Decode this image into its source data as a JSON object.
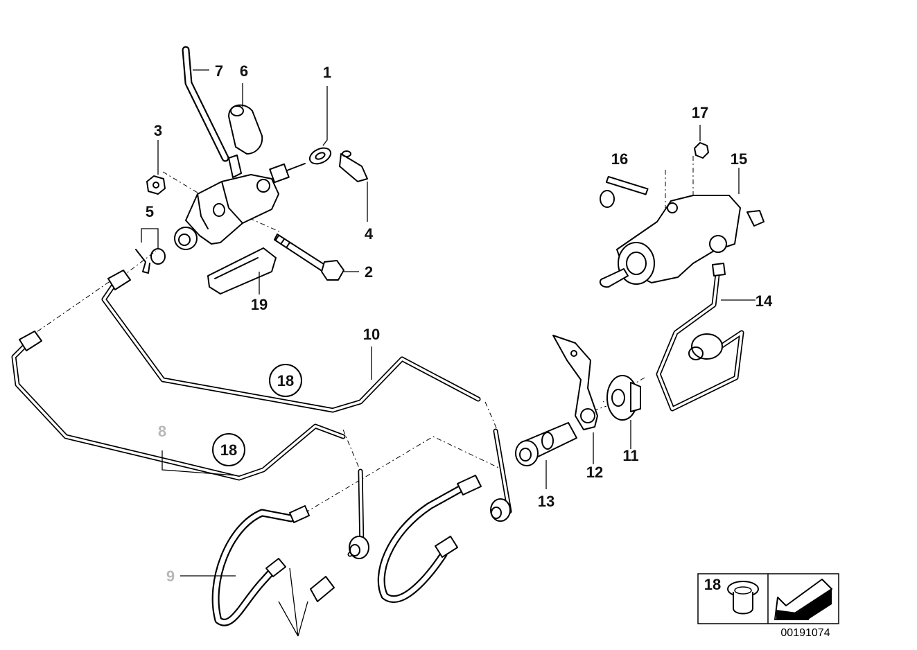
{
  "callouts": [
    {
      "id": "1",
      "text": "1",
      "muted": false
    },
    {
      "id": "2",
      "text": "2",
      "muted": false
    },
    {
      "id": "3",
      "text": "3",
      "muted": false
    },
    {
      "id": "4",
      "text": "4",
      "muted": false
    },
    {
      "id": "5",
      "text": "5",
      "muted": false
    },
    {
      "id": "6",
      "text": "6",
      "muted": false
    },
    {
      "id": "7",
      "text": "7",
      "muted": false
    },
    {
      "id": "8",
      "text": "8",
      "muted": true
    },
    {
      "id": "9",
      "text": "9",
      "muted": true
    },
    {
      "id": "10",
      "text": "10",
      "muted": false
    },
    {
      "id": "11",
      "text": "11",
      "muted": false
    },
    {
      "id": "12",
      "text": "12",
      "muted": false
    },
    {
      "id": "13",
      "text": "13",
      "muted": false
    },
    {
      "id": "14",
      "text": "14",
      "muted": false
    },
    {
      "id": "15",
      "text": "15",
      "muted": false
    },
    {
      "id": "16",
      "text": "16",
      "muted": false
    },
    {
      "id": "17",
      "text": "17",
      "muted": false
    },
    {
      "id": "19",
      "text": "19",
      "muted": false
    }
  ],
  "circled_callouts": [
    "18",
    "18"
  ],
  "legend": {
    "item_number": "18",
    "direction_icon": "arrow-down-left-icon"
  },
  "document_id": "00191074",
  "colors": {
    "line": "#000000",
    "muted_label": "#b8b8b8",
    "background": "#ffffff"
  }
}
